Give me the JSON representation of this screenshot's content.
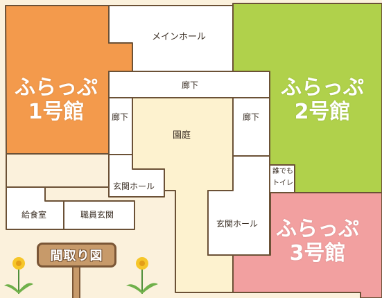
{
  "buildings": {
    "b1": {
      "line1": "ふらっぷ",
      "line2": "1号館",
      "color": "#f39a4c"
    },
    "b2": {
      "line1": "ふらっぷ",
      "line2": "2号館",
      "color": "#b0d14b"
    },
    "b3": {
      "line1": "ふらっぷ",
      "line2": "3号館",
      "color": "#f2a0a0"
    }
  },
  "rooms": {
    "main_hall": "メインホール",
    "corridor_top": "廊下",
    "corridor_left": "廊下",
    "corridor_right": "廊下",
    "courtyard": "園庭",
    "entrance_hall_left": "玄関ホール",
    "entrance_hall_right": "玄関ホール",
    "kitchen": "給食室",
    "staff_entrance": "職員玄関",
    "toilet_line1": "誰でも",
    "toilet_line2": "トイレ"
  },
  "sign": {
    "text": "間取り図"
  },
  "colors": {
    "wall": "#6b5136",
    "floor": "#ffffff",
    "courtyard": "#fdf2cf",
    "background": "#fbf1dc"
  }
}
